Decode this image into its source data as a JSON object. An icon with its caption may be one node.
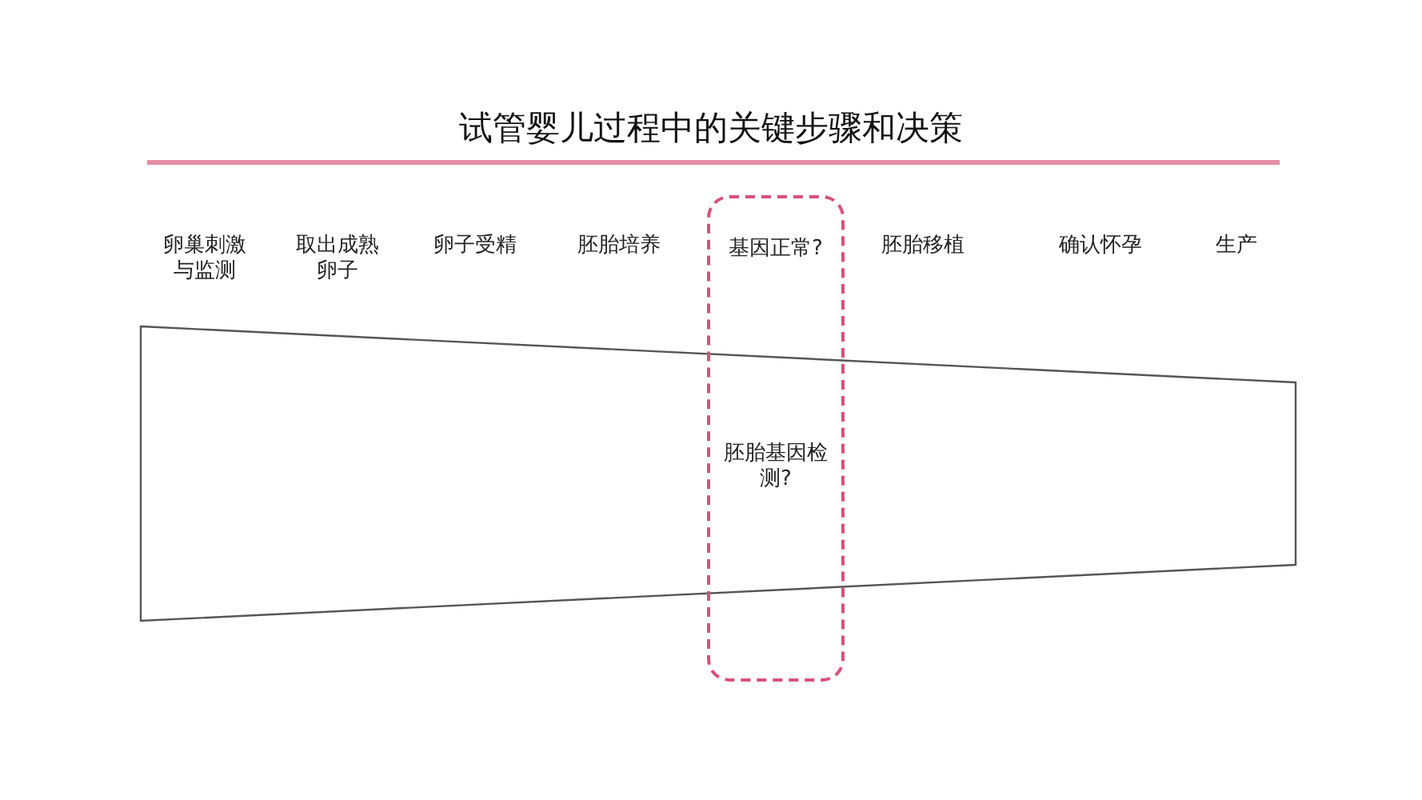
{
  "diagram": {
    "title": "试管婴儿过程中的关键步骤和决策",
    "nodes": [
      {
        "text": [
          "基因正常?",
          "胚胎基因检测?"
        ]
      },
      {
        "text": [],
        "shape": "trapezoid"
      }
    ],
    "edges": [],
    "labels": [
      "卵巢刺激与监测",
      "取出成熟卵子",
      "卵子受精",
      "胚胎培养",
      "胚胎移植",
      "确认怀孕",
      "生产"
    ]
  }
}
